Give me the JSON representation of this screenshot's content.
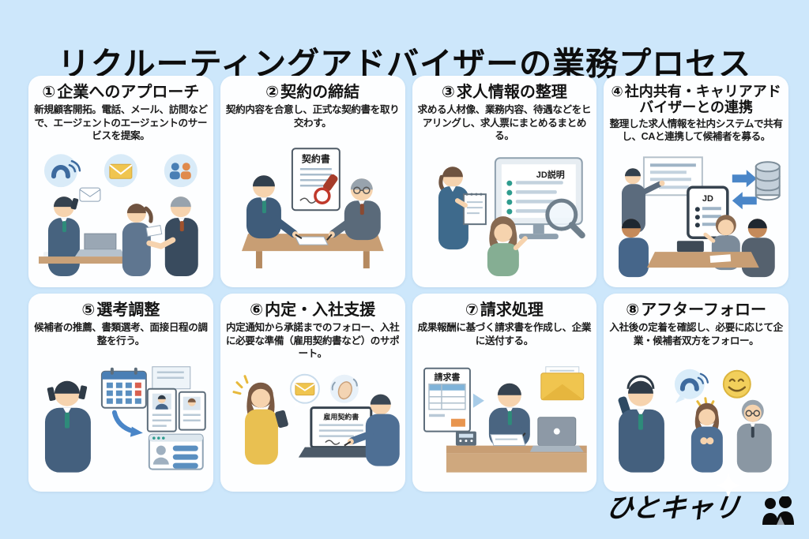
{
  "title": "リクルーティングアドバイザーの業務プロセス",
  "cards": [
    {
      "number": "①",
      "heading": "企業へのアプローチ",
      "description": "新規顧客開拓。電話、メール、訪問などで、エージェントのエージェントのサービスを提案。"
    },
    {
      "number": "②",
      "heading": "契約の締結",
      "description": "契約内容を合意し、正式な契約書を取り交わす。",
      "doc_label": "契約書"
    },
    {
      "number": "③",
      "heading": "求人情報の整理",
      "description": "求める人材像、業務内容、待遇などをヒアリングし、求人票にまとめるまとめる。",
      "screen_label": "JD説明"
    },
    {
      "number": "④",
      "heading": "社内共有・キャリアアドバイザーとの連携",
      "description": "整理した求人情報を社内システムで共有し、CAと連携して候補者を募る。",
      "tablet_label": "JD"
    },
    {
      "number": "⑤",
      "heading": "選考調整",
      "description": "候補者の推薦、書類選考、面接日程の調整を行う。"
    },
    {
      "number": "⑥",
      "heading": "内定・入社支援",
      "description": "内定通知から承諾までのフォロー、入社に必要な準備（雇用契約書など）のサポート。",
      "laptop_label": "雇用契約書"
    },
    {
      "number": "⑦",
      "heading": "請求処理",
      "description": "成果報酬に基づく請求書を作成し、企業に送付する。",
      "invoice_label": "請求書"
    },
    {
      "number": "⑧",
      "heading": "アフターフォロー",
      "description": "入社後の定着を確認し、必要に応じて企業・候補者双方をフォロー。"
    }
  ],
  "logo": {
    "text": "ひとキャリ"
  },
  "colors": {
    "background": "#cde7fb",
    "card": "#fdfeff",
    "accent_blue": "#4a86c8",
    "envelope_yellow": "#f0c54f",
    "stamp_red": "#c0392b"
  }
}
